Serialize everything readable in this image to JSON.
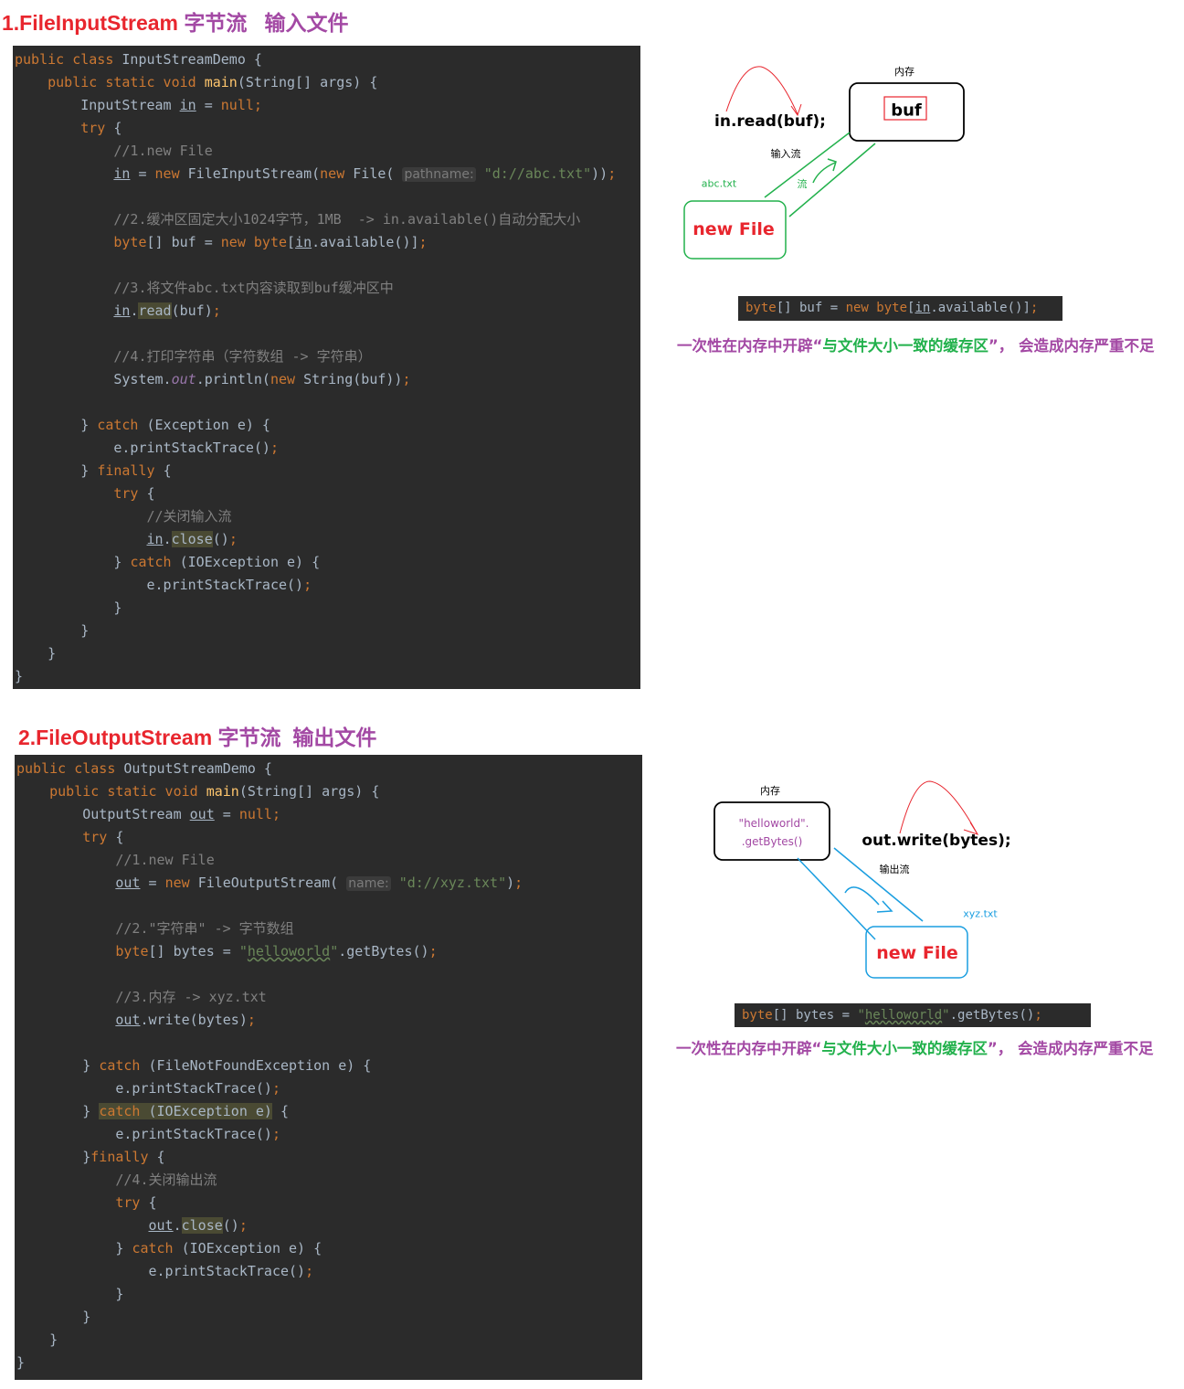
{
  "section1": {
    "heading_name": "1.FileInputStream",
    "heading_rest": " 字节流   输入文件",
    "code": [
      [
        [
          "k",
          "public class "
        ],
        [
          "p",
          "InputStreamDemo {"
        ]
      ],
      [
        [
          "p",
          "    "
        ],
        [
          "k",
          "public static void "
        ],
        [
          "f",
          "main"
        ],
        [
          "p",
          "(String[] args) {"
        ]
      ],
      [
        [
          "p",
          "        InputStream "
        ],
        [
          "u",
          "in"
        ],
        [
          "p",
          " = "
        ],
        [
          "k",
          "null;"
        ]
      ],
      [
        [
          "p",
          "        "
        ],
        [
          "k",
          "try"
        ],
        [
          "p",
          " {"
        ]
      ],
      [
        [
          "p",
          "            "
        ],
        [
          "c",
          "//1.new File"
        ]
      ],
      [
        [
          "p",
          "            "
        ],
        [
          "u",
          "in"
        ],
        [
          "p",
          " = "
        ],
        [
          "k",
          "new "
        ],
        [
          "p",
          "FileInputStream("
        ],
        [
          "k",
          "new "
        ],
        [
          "p",
          "File( "
        ],
        [
          "h",
          "pathname:"
        ],
        [
          "p",
          " "
        ],
        [
          "s",
          "\"d://abc.txt\""
        ],
        [
          "p",
          "))"
        ],
        [
          "k",
          ";"
        ]
      ],
      [],
      [
        [
          "p",
          "            "
        ],
        [
          "c",
          "//2.缓冲区固定大小1024字节，1MB  -> in.available()自动分配大小"
        ]
      ],
      [
        [
          "p",
          "            "
        ],
        [
          "k",
          "byte"
        ],
        [
          "p",
          "[] buf = "
        ],
        [
          "k",
          "new byte"
        ],
        [
          "p",
          "["
        ],
        [
          "u",
          "in"
        ],
        [
          "p",
          ".available()]"
        ],
        [
          "k",
          ";"
        ]
      ],
      [],
      [
        [
          "p",
          "            "
        ],
        [
          "c",
          "//3.将文件abc.txt内容读取到buf缓冲区中"
        ]
      ],
      [
        [
          "p",
          "            "
        ],
        [
          "u",
          "in"
        ],
        [
          "p",
          "."
        ],
        [
          "hl",
          "read"
        ],
        [
          "p",
          "(buf)"
        ],
        [
          "k",
          ";"
        ]
      ],
      [],
      [
        [
          "p",
          "            "
        ],
        [
          "c",
          "//4.打印字符串（字符数组 -> 字符串）"
        ]
      ],
      [
        [
          "p",
          "            System."
        ],
        [
          "o",
          "out"
        ],
        [
          "p",
          ".println("
        ],
        [
          "k",
          "new "
        ],
        [
          "p",
          "String(buf))"
        ],
        [
          "k",
          ";"
        ]
      ],
      [],
      [
        [
          "p",
          "        } "
        ],
        [
          "k",
          "catch "
        ],
        [
          "p",
          "(Exception e) {"
        ]
      ],
      [
        [
          "p",
          "            e.printStackTrace()"
        ],
        [
          "k",
          ";"
        ]
      ],
      [
        [
          "p",
          "        } "
        ],
        [
          "k",
          "finally "
        ],
        [
          "p",
          "{"
        ]
      ],
      [
        [
          "p",
          "            "
        ],
        [
          "k",
          "try "
        ],
        [
          "p",
          "{"
        ]
      ],
      [
        [
          "p",
          "                "
        ],
        [
          "c",
          "//关闭输入流"
        ]
      ],
      [
        [
          "p",
          "                "
        ],
        [
          "u",
          "in"
        ],
        [
          "p",
          "."
        ],
        [
          "hl",
          "close"
        ],
        [
          "p",
          "()"
        ],
        [
          "k",
          ";"
        ]
      ],
      [
        [
          "p",
          "            } "
        ],
        [
          "k",
          "catch "
        ],
        [
          "p",
          "(IOException e) {"
        ]
      ],
      [
        [
          "p",
          "                e.printStackTrace()"
        ],
        [
          "k",
          ";"
        ]
      ],
      [
        [
          "p",
          "            }"
        ]
      ],
      [
        [
          "p",
          "        }"
        ]
      ],
      [
        [
          "p",
          "    }"
        ]
      ],
      [
        [
          "p",
          "}"
        ]
      ]
    ],
    "diagram": {
      "memory_label": "内存",
      "buf_label": "buf",
      "call_label": "in.read(buf);",
      "stream_label": "输入流",
      "file_name": "abc.txt",
      "flow_label": "流",
      "file_box_label": "new File"
    },
    "snippet": [
      [
        "k",
        "byte"
      ],
      [
        "p",
        "[] buf = "
      ],
      [
        "k",
        "new byte"
      ],
      [
        "p",
        "["
      ],
      [
        "u",
        "in"
      ],
      [
        "p",
        ".available()]"
      ],
      [
        "k",
        ";"
      ]
    ],
    "caption": {
      "before": "一次性在内存中开辟“",
      "highlight": "与文件大小一致的缓存区",
      "after": "”， 会造成内存严重不足"
    }
  },
  "section2": {
    "heading_name": "2.FileOutputStream",
    "heading_rest": " 字节流  输出文件",
    "code": [
      [
        [
          "k",
          "public class "
        ],
        [
          "p",
          "OutputStreamDemo {"
        ]
      ],
      [
        [
          "p",
          "    "
        ],
        [
          "k",
          "public static void "
        ],
        [
          "f",
          "main"
        ],
        [
          "p",
          "(String[] args) {"
        ]
      ],
      [
        [
          "p",
          "        OutputStream "
        ],
        [
          "u",
          "out"
        ],
        [
          "p",
          " = "
        ],
        [
          "k",
          "null;"
        ]
      ],
      [
        [
          "p",
          "        "
        ],
        [
          "k",
          "try"
        ],
        [
          "p",
          " {"
        ]
      ],
      [
        [
          "p",
          "            "
        ],
        [
          "c",
          "//1.new File"
        ]
      ],
      [
        [
          "p",
          "            "
        ],
        [
          "u",
          "out"
        ],
        [
          "p",
          " = "
        ],
        [
          "k",
          "new "
        ],
        [
          "p",
          "FileOutputStream( "
        ],
        [
          "h",
          "name:"
        ],
        [
          "p",
          " "
        ],
        [
          "s",
          "\"d://xyz.txt\""
        ],
        [
          "p",
          ")"
        ],
        [
          "k",
          ";"
        ]
      ],
      [],
      [
        [
          "p",
          "            "
        ],
        [
          "c",
          "//2.\"字符串\" -> 字节数组"
        ]
      ],
      [
        [
          "p",
          "            "
        ],
        [
          "k",
          "byte"
        ],
        [
          "p",
          "[] bytes = "
        ],
        [
          "s",
          "\""
        ],
        [
          "sq",
          "helloworld"
        ],
        [
          "s",
          "\""
        ],
        [
          "p",
          ".getBytes()"
        ],
        [
          "k",
          ";"
        ]
      ],
      [],
      [
        [
          "p",
          "            "
        ],
        [
          "c",
          "//3.内存 -> xyz.txt"
        ]
      ],
      [
        [
          "p",
          "            "
        ],
        [
          "u",
          "out"
        ],
        [
          "p",
          ".write(bytes)"
        ],
        [
          "k",
          ";"
        ]
      ],
      [],
      [
        [
          "p",
          "        } "
        ],
        [
          "k",
          "catch "
        ],
        [
          "p",
          "(FileNotFoundException e) {"
        ]
      ],
      [
        [
          "p",
          "            e.printStackTrace()"
        ],
        [
          "k",
          ";"
        ]
      ],
      [
        [
          "p",
          "        } "
        ],
        [
          "hlk",
          "catch "
        ],
        [
          "hlp",
          "(IOException e)"
        ],
        [
          "p",
          " {"
        ]
      ],
      [
        [
          "p",
          "            e.printStackTrace()"
        ],
        [
          "k",
          ";"
        ]
      ],
      [
        [
          "p",
          "        }"
        ],
        [
          "k",
          "finally "
        ],
        [
          "p",
          "{"
        ]
      ],
      [
        [
          "p",
          "            "
        ],
        [
          "c",
          "//4.关闭输出流"
        ]
      ],
      [
        [
          "p",
          "            "
        ],
        [
          "k",
          "try "
        ],
        [
          "p",
          "{"
        ]
      ],
      [
        [
          "p",
          "                "
        ],
        [
          "u",
          "out"
        ],
        [
          "p",
          "."
        ],
        [
          "hl",
          "close"
        ],
        [
          "p",
          "()"
        ],
        [
          "k",
          ";"
        ]
      ],
      [
        [
          "p",
          "            } "
        ],
        [
          "k",
          "catch "
        ],
        [
          "p",
          "(IOException e) {"
        ]
      ],
      [
        [
          "p",
          "                e.printStackTrace()"
        ],
        [
          "k",
          ";"
        ]
      ],
      [
        [
          "p",
          "            }"
        ]
      ],
      [
        [
          "p",
          "        }"
        ]
      ],
      [
        [
          "p",
          "    }"
        ]
      ],
      [
        [
          "p",
          "}"
        ]
      ]
    ],
    "diagram": {
      "memory_label": "内存",
      "memory_line1": "\"helloworld\".",
      "memory_line2": ".getBytes()",
      "call_label": "out.write(bytes);",
      "stream_label": "输出流",
      "file_name": "xyz.txt",
      "file_box_label": "new File"
    },
    "snippet": [
      [
        "k",
        "byte"
      ],
      [
        "p",
        "[] bytes = "
      ],
      [
        "s",
        "\""
      ],
      [
        "sq",
        "helloworld"
      ],
      [
        "s",
        "\""
      ],
      [
        "p",
        ".getBytes()"
      ],
      [
        "k",
        ";"
      ]
    ],
    "caption": {
      "before": "一次性在内存中开辟“",
      "highlight": "与文件大小一致的缓存区",
      "after": "”， 会造成内存严重不足"
    }
  },
  "colors": {
    "heading_red": "#e8262e",
    "heading_purple": "#a349a4",
    "caption_green": "#22b14c",
    "code_bg": "#2b2b2b",
    "keyword": "#cc7832",
    "string": "#6a8759",
    "comment": "#808080"
  }
}
